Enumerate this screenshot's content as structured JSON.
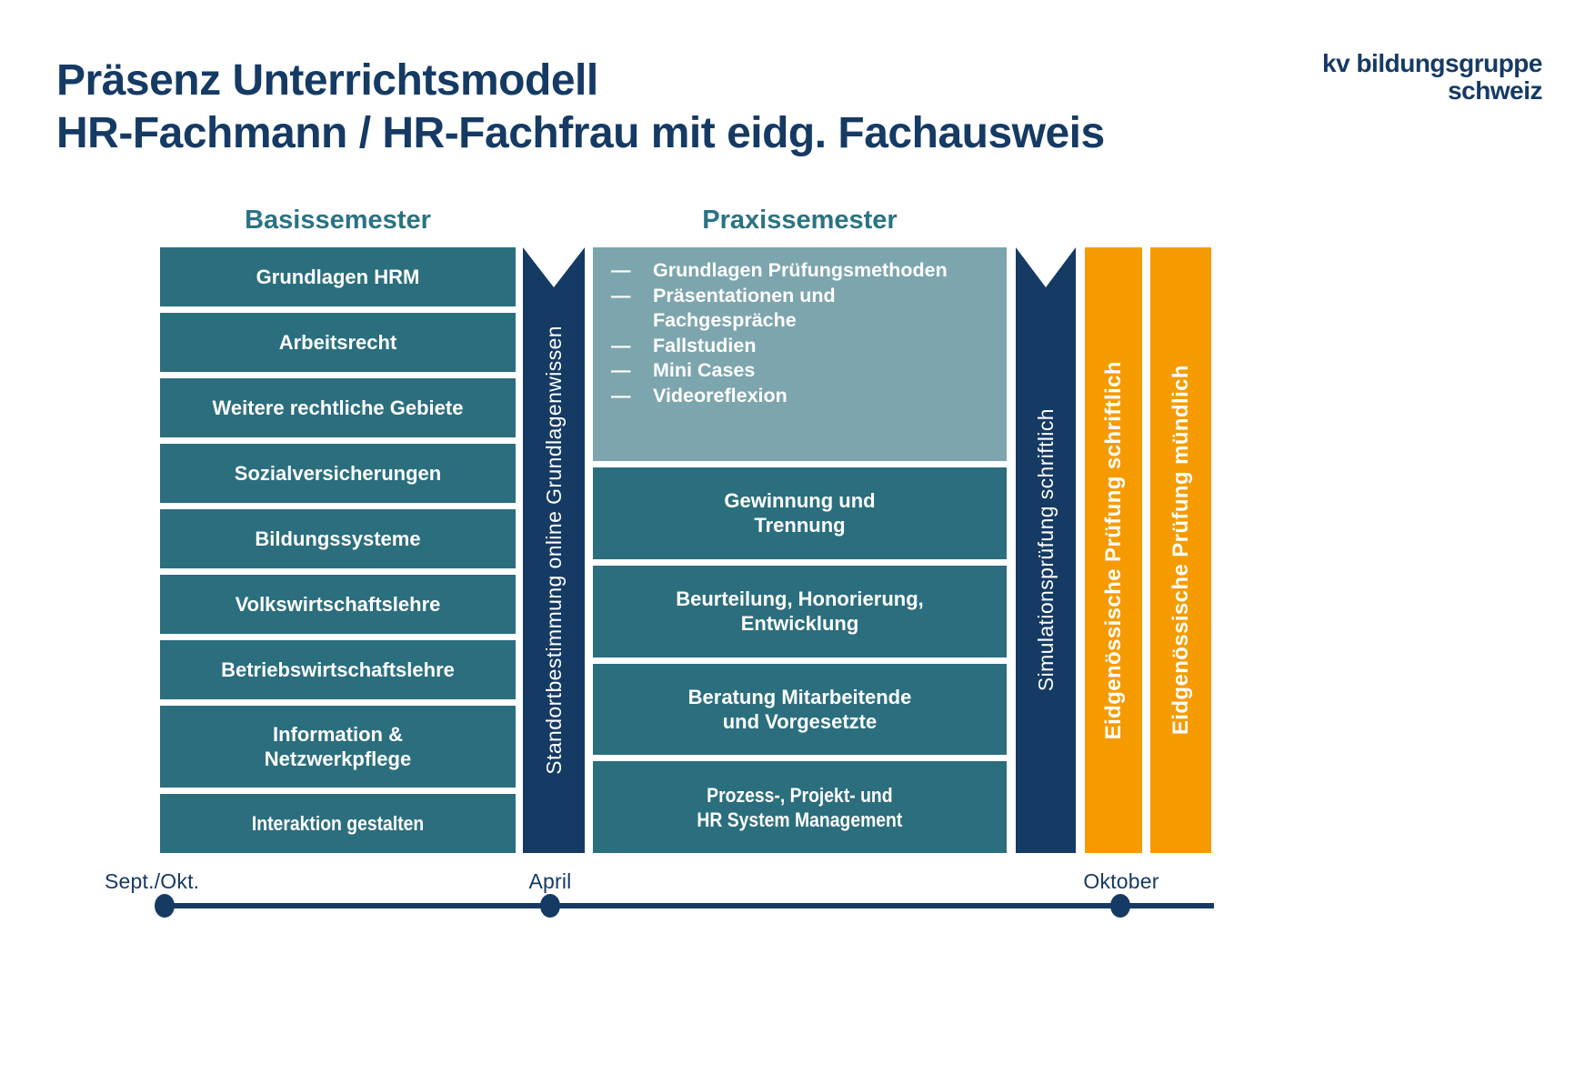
{
  "header": {
    "title_line1": "Präsenz Unterrichtsmodell",
    "title_line2": "HR-Fachmann / HR-Fachfrau mit eidg. Fachausweis",
    "logo_line1": "kv bildungsgruppe",
    "logo_line2": "schweiz"
  },
  "basis": {
    "heading": "Basissemester",
    "boxes": [
      "Grundlagen HRM",
      "Arbeitsrecht",
      "Weitere rechtliche Gebiete",
      "Sozialversicherungen",
      "Bildungssysteme",
      "Volkswirtschaftslehre",
      "Betriebswirtschaftslehre",
      "Information &\nNetzwerkpflege",
      "Interaktion gestalten"
    ]
  },
  "praxis": {
    "heading": "Praxissemester",
    "intro_items": [
      "Grundlagen Prüfungsmethoden",
      "Präsentationen und\nFachgespräche",
      "Fallstudien",
      "Mini Cases",
      "Videoreflexion"
    ],
    "boxes": [
      "Gewinnung und\nTrennung",
      "Beurteilung, Honorierung,\nEntwicklung",
      "Beratung Mitarbeitende\nund Vorgesetzte",
      "Prozess-, Projekt- und\nHR System Management"
    ]
  },
  "bars": {
    "standort": "Standortbestimmung online Grundlagenwissen",
    "simulation": "Simulationsprüfung schriftlich",
    "exam_written": "Eidgenössische Prüfung schriftlich",
    "exam_oral": "Eidgenössische Prüfung mündlich"
  },
  "timeline": {
    "labels": [
      "Sept./Okt.",
      "April",
      "Oktober"
    ]
  },
  "icons": {
    "dash": "—"
  },
  "colors": {
    "navy": "#153a64",
    "teal": "#2b6e7e",
    "light_teal": "#7da5ad",
    "orange": "#f59b00",
    "heading_teal": "#2a7384"
  }
}
